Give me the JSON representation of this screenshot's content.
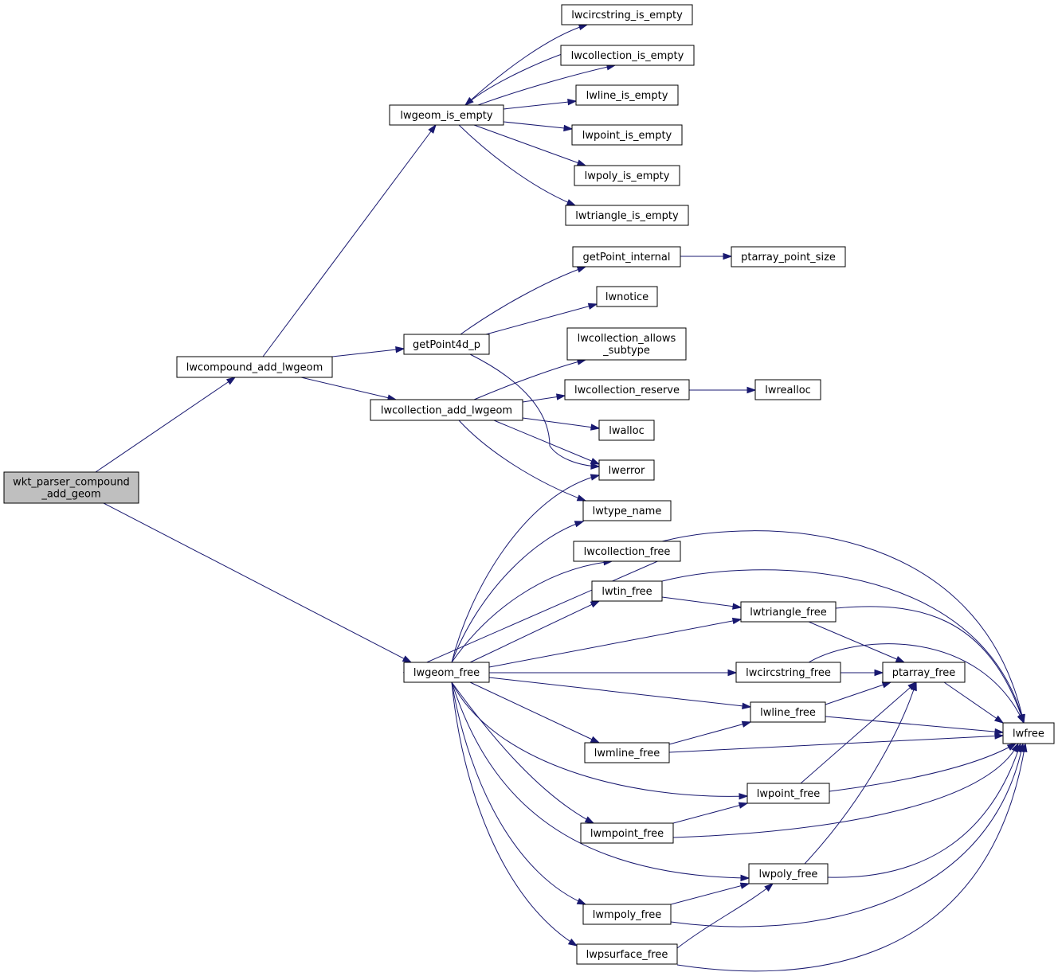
{
  "colors": {
    "edge": "#191970",
    "root_fill": "#bfbfbf",
    "node_fill": "#ffffff",
    "border": "#000000"
  },
  "nodes": [
    {
      "id": "wkt_parser_compound_add_geom",
      "lines": [
        "wkt_parser_compound",
        "_add_geom"
      ],
      "root": true
    },
    {
      "id": "lwcompound_add_lwgeom",
      "lines": [
        "lwcompound_add_lwgeom"
      ]
    },
    {
      "id": "lwgeom_is_empty",
      "lines": [
        "lwgeom_is_empty"
      ]
    },
    {
      "id": "lwcircstring_is_empty",
      "lines": [
        "lwcircstring_is_empty"
      ]
    },
    {
      "id": "lwcollection_is_empty",
      "lines": [
        "lwcollection_is_empty"
      ]
    },
    {
      "id": "lwline_is_empty",
      "lines": [
        "lwline_is_empty"
      ]
    },
    {
      "id": "lwpoint_is_empty",
      "lines": [
        "lwpoint_is_empty"
      ]
    },
    {
      "id": "lwpoly_is_empty",
      "lines": [
        "lwpoly_is_empty"
      ]
    },
    {
      "id": "lwtriangle_is_empty",
      "lines": [
        "lwtriangle_is_empty"
      ]
    },
    {
      "id": "getPoint4d_p",
      "lines": [
        "getPoint4d_p"
      ]
    },
    {
      "id": "getPoint_internal",
      "lines": [
        "getPoint_internal"
      ]
    },
    {
      "id": "ptarray_point_size",
      "lines": [
        "ptarray_point_size"
      ]
    },
    {
      "id": "lwnotice",
      "lines": [
        "lwnotice"
      ]
    },
    {
      "id": "lwcollection_allows_subtype",
      "lines": [
        "lwcollection_allows",
        "_subtype"
      ]
    },
    {
      "id": "lwcollection_add_lwgeom",
      "lines": [
        "lwcollection_add_lwgeom"
      ]
    },
    {
      "id": "lwcollection_reserve",
      "lines": [
        "lwcollection_reserve"
      ]
    },
    {
      "id": "lwrealloc",
      "lines": [
        "lwrealloc"
      ]
    },
    {
      "id": "lwalloc",
      "lines": [
        "lwalloc"
      ]
    },
    {
      "id": "lwerror",
      "lines": [
        "lwerror"
      ]
    },
    {
      "id": "lwtype_name",
      "lines": [
        "lwtype_name"
      ]
    },
    {
      "id": "lwgeom_free",
      "lines": [
        "lwgeom_free"
      ]
    },
    {
      "id": "lwcollection_free",
      "lines": [
        "lwcollection_free"
      ]
    },
    {
      "id": "lwtin_free",
      "lines": [
        "lwtin_free"
      ]
    },
    {
      "id": "lwtriangle_free",
      "lines": [
        "lwtriangle_free"
      ]
    },
    {
      "id": "lwcircstring_free",
      "lines": [
        "lwcircstring_free"
      ]
    },
    {
      "id": "ptarray_free",
      "lines": [
        "ptarray_free"
      ]
    },
    {
      "id": "lwline_free",
      "lines": [
        "lwline_free"
      ]
    },
    {
      "id": "lwfree",
      "lines": [
        "lwfree"
      ]
    },
    {
      "id": "lwmline_free",
      "lines": [
        "lwmline_free"
      ]
    },
    {
      "id": "lwpoint_free",
      "lines": [
        "lwpoint_free"
      ]
    },
    {
      "id": "lwmpoint_free",
      "lines": [
        "lwmpoint_free"
      ]
    },
    {
      "id": "lwpoly_free",
      "lines": [
        "lwpoly_free"
      ]
    },
    {
      "id": "lwmpoly_free",
      "lines": [
        "lwmpoly_free"
      ]
    },
    {
      "id": "lwpsurface_free",
      "lines": [
        "lwpsurface_free"
      ]
    }
  ],
  "edges": [
    [
      "wkt_parser_compound_add_geom",
      "lwcompound_add_lwgeom"
    ],
    [
      "wkt_parser_compound_add_geom",
      "lwgeom_free"
    ],
    [
      "lwcompound_add_lwgeom",
      "lwgeom_is_empty"
    ],
    [
      "lwcompound_add_lwgeom",
      "getPoint4d_p"
    ],
    [
      "lwcompound_add_lwgeom",
      "lwcollection_add_lwgeom"
    ],
    [
      "lwgeom_is_empty",
      "lwcircstring_is_empty"
    ],
    [
      "lwgeom_is_empty",
      "lwcollection_is_empty"
    ],
    [
      "lwgeom_is_empty",
      "lwline_is_empty"
    ],
    [
      "lwgeom_is_empty",
      "lwpoint_is_empty"
    ],
    [
      "lwgeom_is_empty",
      "lwpoly_is_empty"
    ],
    [
      "lwgeom_is_empty",
      "lwtriangle_is_empty"
    ],
    [
      "lwcollection_is_empty",
      "lwgeom_is_empty"
    ],
    [
      "getPoint4d_p",
      "getPoint_internal"
    ],
    [
      "getPoint4d_p",
      "lwnotice"
    ],
    [
      "getPoint4d_p",
      "lwerror"
    ],
    [
      "getPoint_internal",
      "ptarray_point_size"
    ],
    [
      "lwcollection_add_lwgeom",
      "lwcollection_allows_subtype"
    ],
    [
      "lwcollection_add_lwgeom",
      "lwcollection_reserve"
    ],
    [
      "lwcollection_add_lwgeom",
      "lwalloc"
    ],
    [
      "lwcollection_add_lwgeom",
      "lwerror"
    ],
    [
      "lwcollection_add_lwgeom",
      "lwtype_name"
    ],
    [
      "lwcollection_reserve",
      "lwrealloc"
    ],
    [
      "lwgeom_free",
      "lwerror"
    ],
    [
      "lwgeom_free",
      "lwtype_name"
    ],
    [
      "lwgeom_free",
      "lwcollection_free"
    ],
    [
      "lwgeom_free",
      "lwtin_free"
    ],
    [
      "lwgeom_free",
      "lwtriangle_free"
    ],
    [
      "lwgeom_free",
      "lwcircstring_free"
    ],
    [
      "lwgeom_free",
      "lwline_free"
    ],
    [
      "lwgeom_free",
      "lwmline_free"
    ],
    [
      "lwgeom_free",
      "lwpoint_free"
    ],
    [
      "lwgeom_free",
      "lwmpoint_free"
    ],
    [
      "lwgeom_free",
      "lwpoly_free"
    ],
    [
      "lwgeom_free",
      "lwmpoly_free"
    ],
    [
      "lwgeom_free",
      "lwpsurface_free"
    ],
    [
      "lwcollection_free",
      "lwgeom_free"
    ],
    [
      "lwcollection_free",
      "lwfree"
    ],
    [
      "lwtin_free",
      "lwtriangle_free"
    ],
    [
      "lwtin_free",
      "lwfree"
    ],
    [
      "lwtriangle_free",
      "ptarray_free"
    ],
    [
      "lwtriangle_free",
      "lwfree"
    ],
    [
      "lwcircstring_free",
      "ptarray_free"
    ],
    [
      "lwcircstring_free",
      "lwfree"
    ],
    [
      "ptarray_free",
      "lwfree"
    ],
    [
      "lwline_free",
      "ptarray_free"
    ],
    [
      "lwline_free",
      "lwfree"
    ],
    [
      "lwmline_free",
      "lwline_free"
    ],
    [
      "lwmline_free",
      "lwfree"
    ],
    [
      "lwpoint_free",
      "ptarray_free"
    ],
    [
      "lwpoint_free",
      "lwfree"
    ],
    [
      "lwmpoint_free",
      "lwpoint_free"
    ],
    [
      "lwmpoint_free",
      "lwfree"
    ],
    [
      "lwpoly_free",
      "ptarray_free"
    ],
    [
      "lwpoly_free",
      "lwfree"
    ],
    [
      "lwmpoly_free",
      "lwpoly_free"
    ],
    [
      "lwmpoly_free",
      "lwfree"
    ],
    [
      "lwpsurface_free",
      "lwpoly_free"
    ],
    [
      "lwpsurface_free",
      "lwfree"
    ]
  ]
}
